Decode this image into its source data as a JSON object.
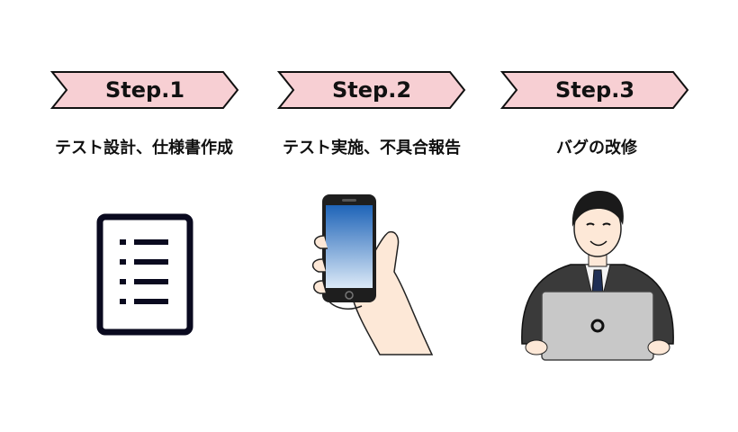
{
  "steps": [
    {
      "label": "Step.1",
      "caption": "テスト設計、仕様書作成"
    },
    {
      "label": "Step.2",
      "caption": "テスト実施、不具合報告"
    },
    {
      "label": "Step.3",
      "caption": "バグの改修"
    }
  ],
  "colors": {
    "banner_fill": "#f7cfd3",
    "banner_stroke": "#111111",
    "document_stroke": "#0a0a1f",
    "phone_screen_top": "#1f64b8",
    "phone_screen_bottom": "#dbe9f7",
    "suit": "#3a3a3a",
    "laptop": "#c8c8c8"
  },
  "icons": [
    "document-list-icon",
    "smartphone-in-hand-icon",
    "businessman-laptop-icon"
  ]
}
